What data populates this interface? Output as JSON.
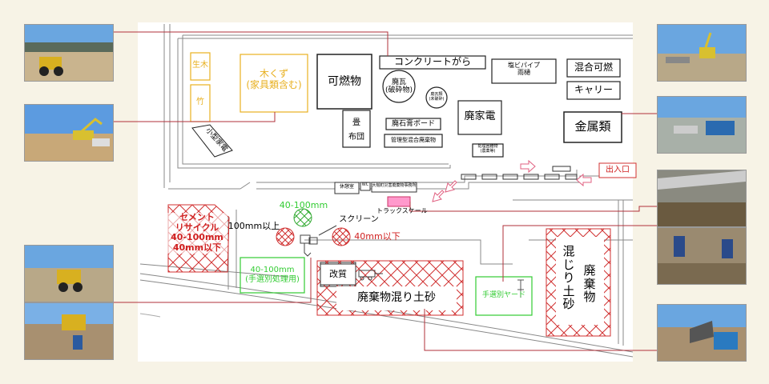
{
  "areas": {
    "concrete": "コンクリートがら",
    "enbipipe": "塩ビパイプ\n雨樋",
    "mixed_combustible": "混合可燃",
    "carry": "キャリー",
    "metal": "金属類",
    "raw_wood": "生木",
    "bamboo": "竹",
    "wood_chips": "木くず\n(家具類含む)",
    "combustible": "可燃物",
    "roof_tile": "廃瓦\n(破砕物)",
    "waste_small": "廃瓦類\n(未破砕)",
    "gypsum": "廃石膏ボード",
    "appliance": "廃家電",
    "tatami": "畳\n布団",
    "managed_mixed": "管理型混合廃棄物",
    "small_appliance": "小型家電",
    "hazard": "処理困難物\n(農薬等)",
    "office": "休憩室",
    "wc": "WC",
    "office2": "大槌町災害廃棄物事務所",
    "truck_scale": "トラックスケール",
    "entrance": "出入口",
    "cement": "セメント\nリサイクル\n40-100mm\n40mm以下",
    "over100": "100mm以上",
    "screen": "スクリーン",
    "mid_40_100": "40-100mm",
    "under40": "40mm以下",
    "manual_sort": "40-100mm\n(手選別処理用)",
    "improvement": "改質",
    "soil_mixed": "廃棄物混り土砂",
    "sort_yard": "手選別ヤード",
    "mixed_soil_right": "混じり土砂",
    "mixed_soil_right2": "廃棄物"
  },
  "colors": {
    "background": "#f7f3e6",
    "map": "#ffffff",
    "yellow": "#e8b020",
    "red": "#d02020",
    "green": "#33cc33",
    "pink": "#ff99cc",
    "line": "#b0303a",
    "hatch": "#d03030"
  }
}
